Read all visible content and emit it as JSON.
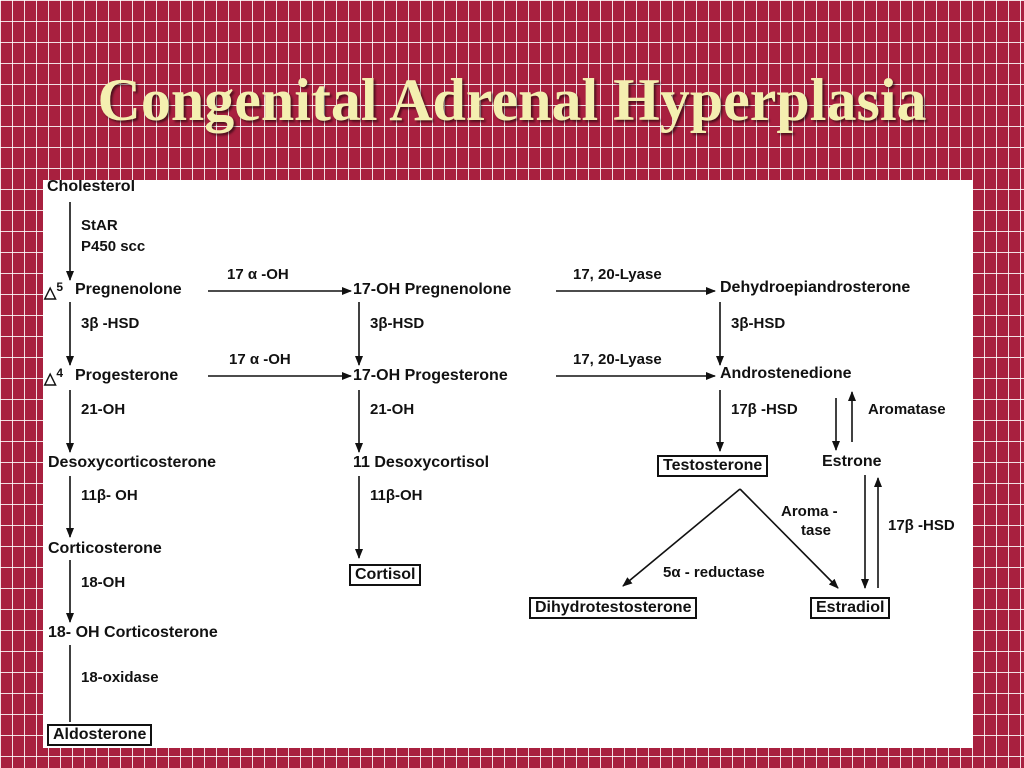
{
  "slide": {
    "title": "Congenital Adrenal Hyperplasia",
    "background_color": "#a8203f",
    "title_color": "#f4efb0"
  },
  "pathway": {
    "compounds": {
      "cholesterol": "Cholesterol",
      "pregnenolone": "Pregnenolone",
      "progesterone": "Progesterone",
      "desoxycorticosterone": "Desoxycorticosterone",
      "corticosterone": "Corticosterone",
      "oh18_corticosterone": "18- OH  Corticosterone",
      "aldosterone": "Aldosterone",
      "oh17_pregnenolone": "17-OH  Pregnenolone",
      "oh17_progesterone": "17-OH  Progesterone",
      "desoxycortisol": "11  Desoxycortisol",
      "cortisol": "Cortisol",
      "dhea": "Dehydroepiandrosterone",
      "androstenedione": "Androstenedione",
      "testosterone": "Testosterone",
      "estrone": "Estrone",
      "dihydrotestosterone": "Dihydrotestosterone",
      "estradiol": "Estradiol"
    },
    "delta_prefix": {
      "symbol": "△",
      "pregnenolone_superscript": "5",
      "progesterone_superscript": "4"
    },
    "enzymes": {
      "star": "StAR",
      "p450scc": "P450 scc",
      "hsd3b_left": "3β -HSD",
      "oh21_left": "21-OH",
      "oh11b_left": "11β- OH",
      "oh18": "18-OH",
      "oxidase18": "18-oxidase",
      "oh17a_top": "17 α -OH",
      "oh17a_mid": "17 α -OH",
      "hsd3b_mid": "3β-HSD",
      "oh21_mid": "21-OH",
      "oh11b_mid": "11β-OH",
      "lyase_top": "17,  20-Lyase",
      "lyase_mid": "17,  20-Lyase",
      "hsd3b_right": "3β-HSD",
      "hsd17b_right": "17β -HSD",
      "aromatase_right": "Aromatase",
      "aromatase_split_1": "Aroma -",
      "aromatase_split_2": "tase",
      "hsd17b_estradiol": "17β -HSD",
      "reductase": "5α - reductase"
    }
  }
}
